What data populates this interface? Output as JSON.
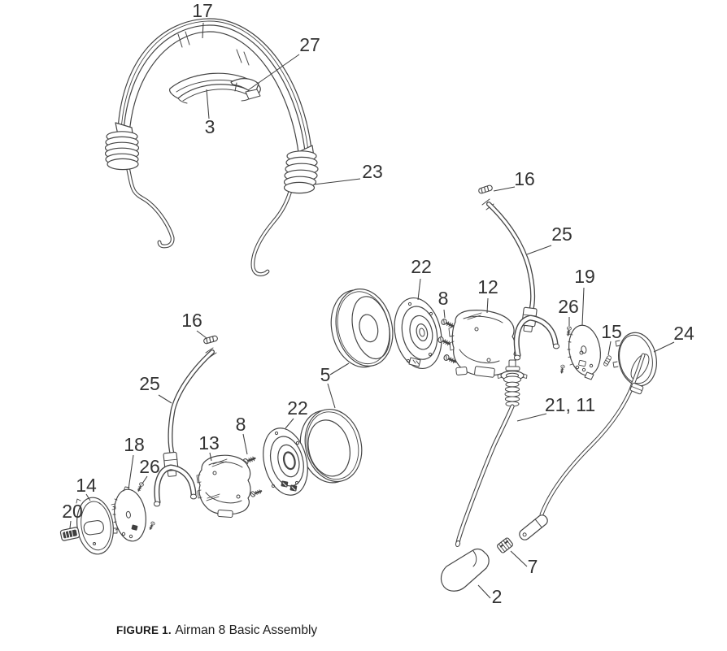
{
  "figure_caption": {
    "label": "FIGURE 1.",
    "title": "Airman 8 Basic Assembly"
  },
  "callouts": [
    {
      "label": "17"
    },
    {
      "label": "27"
    },
    {
      "label": "3"
    },
    {
      "label": "23"
    },
    {
      "label": "16"
    },
    {
      "label": "25"
    },
    {
      "label": "22"
    },
    {
      "label": "8"
    },
    {
      "label": "12"
    },
    {
      "label": "19"
    },
    {
      "label": "26"
    },
    {
      "label": "15"
    },
    {
      "label": "24"
    },
    {
      "label": "5"
    },
    {
      "label": "21, 11"
    },
    {
      "label": "16"
    },
    {
      "label": "25"
    },
    {
      "label": "18"
    },
    {
      "label": "13"
    },
    {
      "label": "8"
    },
    {
      "label": "22"
    },
    {
      "label": "26"
    },
    {
      "label": "14"
    },
    {
      "label": "20"
    },
    {
      "label": "7"
    },
    {
      "label": "2"
    }
  ],
  "colors": {
    "ink": "#454545",
    "label_text": "#333333"
  }
}
